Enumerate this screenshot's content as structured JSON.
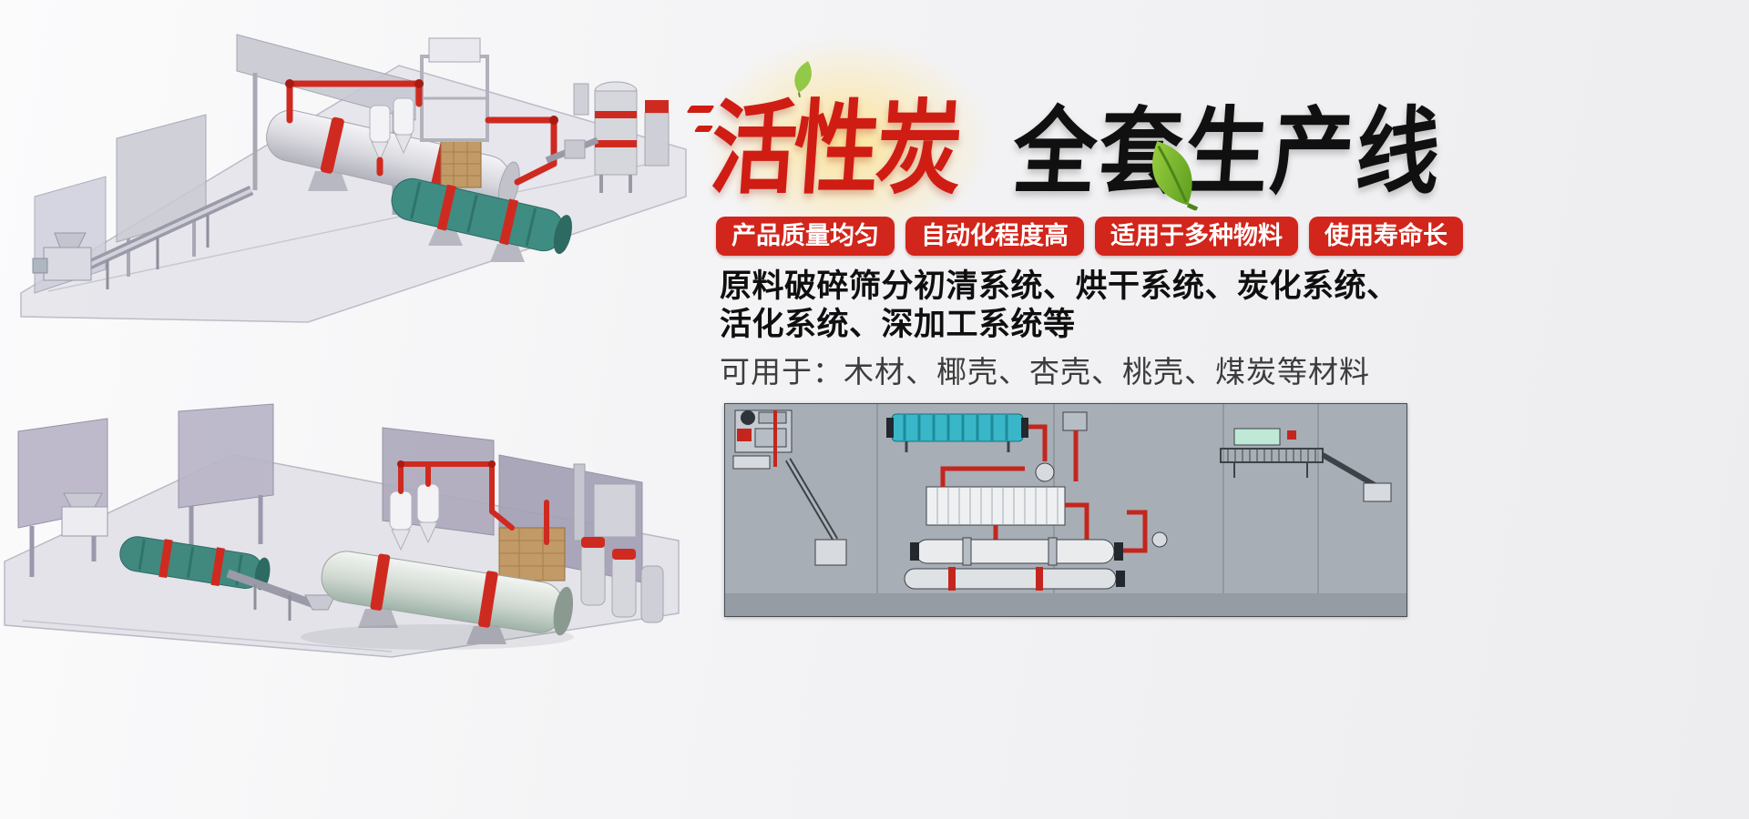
{
  "banner": {
    "title": {
      "red": "活性炭",
      "black": "全套生产线"
    },
    "badges": [
      "产品质量均匀",
      "自动化程度高",
      "适用于多种物料",
      "使用寿命长"
    ],
    "description": {
      "line1": "原料破碎筛分初清系统、烘干系统、炭化系统、",
      "line2": "活化系统、深加工系统等",
      "usage": "可用于：木材、椰壳、杏壳、桃壳、煤炭等材料"
    },
    "colors": {
      "title_red": "#cf1d14",
      "badge_red": "#d2251b",
      "pipe_red": "#cf2a20",
      "leaf_green": "#7fbf3a",
      "panel_gray": "#a8aeb5",
      "background": "#f3f3f5"
    }
  }
}
